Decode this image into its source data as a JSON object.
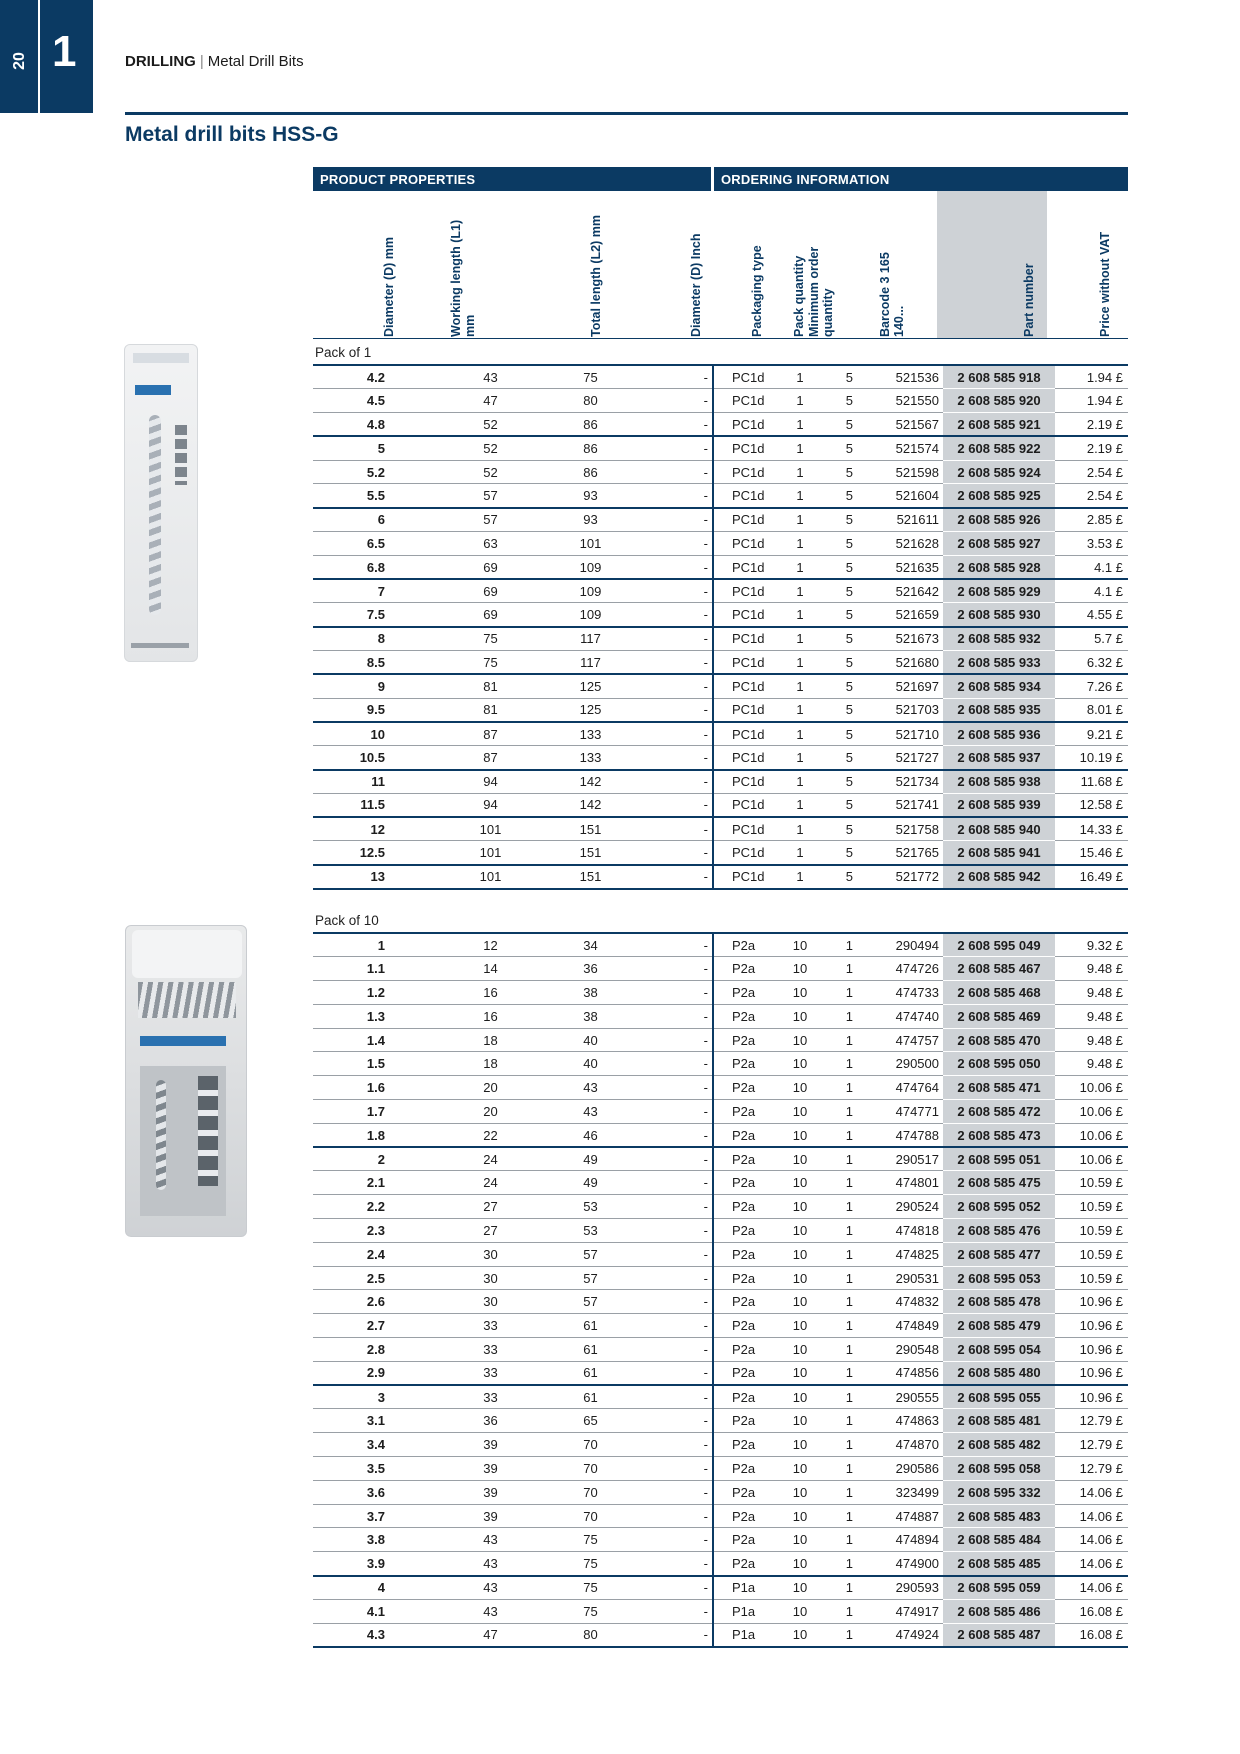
{
  "header": {
    "page_number": "20",
    "chapter_number": "1",
    "section": "DRILLING",
    "separator": "|",
    "subsection": "Metal Drill Bits"
  },
  "title": "Metal drill bits HSS-G",
  "bands": {
    "product_properties": "PRODUCT PROPERTIES",
    "ordering_information": "ORDERING INFORMATION"
  },
  "columns": {
    "diameter_mm": "Diameter (D) mm",
    "working_length": "Working length (L1) mm",
    "total_length": "Total length (L2) mm",
    "diameter_inch": "Diameter (D) Inch",
    "packaging_type": "Packaging type",
    "pack_quantity": "Pack quantity",
    "minimum_order": "Minimum order quantity",
    "barcode": "Barcode 3 165 140...",
    "part_number": "Part number",
    "price": "Price without VAT"
  },
  "groups": [
    {
      "label": "Pack of 1",
      "rows": [
        {
          "d": "4.2",
          "l1": "43",
          "l2": "75",
          "inch": "-",
          "pkg": "PC1d",
          "qty": "1",
          "min": "5",
          "bar": "521536",
          "part": "2 608 585 918",
          "price": "1.94 £",
          "grp": true
        },
        {
          "d": "4.5",
          "l1": "47",
          "l2": "80",
          "inch": "-",
          "pkg": "PC1d",
          "qty": "1",
          "min": "5",
          "bar": "521550",
          "part": "2 608 585 920",
          "price": "1.94 £"
        },
        {
          "d": "4.8",
          "l1": "52",
          "l2": "86",
          "inch": "-",
          "pkg": "PC1d",
          "qty": "1",
          "min": "5",
          "bar": "521567",
          "part": "2 608 585 921",
          "price": "2.19 £"
        },
        {
          "d": "5",
          "l1": "52",
          "l2": "86",
          "inch": "-",
          "pkg": "PC1d",
          "qty": "1",
          "min": "5",
          "bar": "521574",
          "part": "2 608 585 922",
          "price": "2.19 £",
          "grp": true
        },
        {
          "d": "5.2",
          "l1": "52",
          "l2": "86",
          "inch": "-",
          "pkg": "PC1d",
          "qty": "1",
          "min": "5",
          "bar": "521598",
          "part": "2 608 585 924",
          "price": "2.54 £"
        },
        {
          "d": "5.5",
          "l1": "57",
          "l2": "93",
          "inch": "-",
          "pkg": "PC1d",
          "qty": "1",
          "min": "5",
          "bar": "521604",
          "part": "2 608 585 925",
          "price": "2.54 £"
        },
        {
          "d": "6",
          "l1": "57",
          "l2": "93",
          "inch": "-",
          "pkg": "PC1d",
          "qty": "1",
          "min": "5",
          "bar": "521611",
          "part": "2 608 585 926",
          "price": "2.85 £",
          "grp": true
        },
        {
          "d": "6.5",
          "l1": "63",
          "l2": "101",
          "inch": "-",
          "pkg": "PC1d",
          "qty": "1",
          "min": "5",
          "bar": "521628",
          "part": "2 608 585 927",
          "price": "3.53 £"
        },
        {
          "d": "6.8",
          "l1": "69",
          "l2": "109",
          "inch": "-",
          "pkg": "PC1d",
          "qty": "1",
          "min": "5",
          "bar": "521635",
          "part": "2 608 585 928",
          "price": "4.1 £"
        },
        {
          "d": "7",
          "l1": "69",
          "l2": "109",
          "inch": "-",
          "pkg": "PC1d",
          "qty": "1",
          "min": "5",
          "bar": "521642",
          "part": "2 608 585 929",
          "price": "4.1 £",
          "grp": true
        },
        {
          "d": "7.5",
          "l1": "69",
          "l2": "109",
          "inch": "-",
          "pkg": "PC1d",
          "qty": "1",
          "min": "5",
          "bar": "521659",
          "part": "2 608 585 930",
          "price": "4.55 £"
        },
        {
          "d": "8",
          "l1": "75",
          "l2": "117",
          "inch": "-",
          "pkg": "PC1d",
          "qty": "1",
          "min": "5",
          "bar": "521673",
          "part": "2 608 585 932",
          "price": "5.7 £",
          "grp": true
        },
        {
          "d": "8.5",
          "l1": "75",
          "l2": "117",
          "inch": "-",
          "pkg": "PC1d",
          "qty": "1",
          "min": "5",
          "bar": "521680",
          "part": "2 608 585 933",
          "price": "6.32 £"
        },
        {
          "d": "9",
          "l1": "81",
          "l2": "125",
          "inch": "-",
          "pkg": "PC1d",
          "qty": "1",
          "min": "5",
          "bar": "521697",
          "part": "2 608 585 934",
          "price": "7.26 £",
          "grp": true
        },
        {
          "d": "9.5",
          "l1": "81",
          "l2": "125",
          "inch": "-",
          "pkg": "PC1d",
          "qty": "1",
          "min": "5",
          "bar": "521703",
          "part": "2 608 585 935",
          "price": "8.01 £"
        },
        {
          "d": "10",
          "l1": "87",
          "l2": "133",
          "inch": "-",
          "pkg": "PC1d",
          "qty": "1",
          "min": "5",
          "bar": "521710",
          "part": "2 608 585 936",
          "price": "9.21 £",
          "grp": true
        },
        {
          "d": "10.5",
          "l1": "87",
          "l2": "133",
          "inch": "-",
          "pkg": "PC1d",
          "qty": "1",
          "min": "5",
          "bar": "521727",
          "part": "2 608 585 937",
          "price": "10.19 £"
        },
        {
          "d": "11",
          "l1": "94",
          "l2": "142",
          "inch": "-",
          "pkg": "PC1d",
          "qty": "1",
          "min": "5",
          "bar": "521734",
          "part": "2 608 585 938",
          "price": "11.68 £",
          "grp": true
        },
        {
          "d": "11.5",
          "l1": "94",
          "l2": "142",
          "inch": "-",
          "pkg": "PC1d",
          "qty": "1",
          "min": "5",
          "bar": "521741",
          "part": "2 608 585 939",
          "price": "12.58 £"
        },
        {
          "d": "12",
          "l1": "101",
          "l2": "151",
          "inch": "-",
          "pkg": "PC1d",
          "qty": "1",
          "min": "5",
          "bar": "521758",
          "part": "2 608 585 940",
          "price": "14.33 £",
          "grp": true
        },
        {
          "d": "12.5",
          "l1": "101",
          "l2": "151",
          "inch": "-",
          "pkg": "PC1d",
          "qty": "1",
          "min": "5",
          "bar": "521765",
          "part": "2 608 585 941",
          "price": "15.46 £"
        },
        {
          "d": "13",
          "l1": "101",
          "l2": "151",
          "inch": "-",
          "pkg": "PC1d",
          "qty": "1",
          "min": "5",
          "bar": "521772",
          "part": "2 608 585 942",
          "price": "16.49 £",
          "grp": true
        }
      ]
    },
    {
      "label": "Pack of 10",
      "rows": [
        {
          "d": "1",
          "l1": "12",
          "l2": "34",
          "inch": "-",
          "pkg": "P2a",
          "qty": "10",
          "min": "1",
          "bar": "290494",
          "part": "2 608 595 049",
          "price": "9.32 £",
          "grp": true
        },
        {
          "d": "1.1",
          "l1": "14",
          "l2": "36",
          "inch": "-",
          "pkg": "P2a",
          "qty": "10",
          "min": "1",
          "bar": "474726",
          "part": "2 608 585 467",
          "price": "9.48 £"
        },
        {
          "d": "1.2",
          "l1": "16",
          "l2": "38",
          "inch": "-",
          "pkg": "P2a",
          "qty": "10",
          "min": "1",
          "bar": "474733",
          "part": "2 608 585 468",
          "price": "9.48 £"
        },
        {
          "d": "1.3",
          "l1": "16",
          "l2": "38",
          "inch": "-",
          "pkg": "P2a",
          "qty": "10",
          "min": "1",
          "bar": "474740",
          "part": "2 608 585 469",
          "price": "9.48 £"
        },
        {
          "d": "1.4",
          "l1": "18",
          "l2": "40",
          "inch": "-",
          "pkg": "P2a",
          "qty": "10",
          "min": "1",
          "bar": "474757",
          "part": "2 608 585 470",
          "price": "9.48 £"
        },
        {
          "d": "1.5",
          "l1": "18",
          "l2": "40",
          "inch": "-",
          "pkg": "P2a",
          "qty": "10",
          "min": "1",
          "bar": "290500",
          "part": "2 608 595 050",
          "price": "9.48 £"
        },
        {
          "d": "1.6",
          "l1": "20",
          "l2": "43",
          "inch": "-",
          "pkg": "P2a",
          "qty": "10",
          "min": "1",
          "bar": "474764",
          "part": "2 608 585 471",
          "price": "10.06 £"
        },
        {
          "d": "1.7",
          "l1": "20",
          "l2": "43",
          "inch": "-",
          "pkg": "P2a",
          "qty": "10",
          "min": "1",
          "bar": "474771",
          "part": "2 608 585 472",
          "price": "10.06 £"
        },
        {
          "d": "1.8",
          "l1": "22",
          "l2": "46",
          "inch": "-",
          "pkg": "P2a",
          "qty": "10",
          "min": "1",
          "bar": "474788",
          "part": "2 608 585 473",
          "price": "10.06 £"
        },
        {
          "d": "2",
          "l1": "24",
          "l2": "49",
          "inch": "-",
          "pkg": "P2a",
          "qty": "10",
          "min": "1",
          "bar": "290517",
          "part": "2 608 595 051",
          "price": "10.06 £",
          "grp": true
        },
        {
          "d": "2.1",
          "l1": "24",
          "l2": "49",
          "inch": "-",
          "pkg": "P2a",
          "qty": "10",
          "min": "1",
          "bar": "474801",
          "part": "2 608 585 475",
          "price": "10.59 £"
        },
        {
          "d": "2.2",
          "l1": "27",
          "l2": "53",
          "inch": "-",
          "pkg": "P2a",
          "qty": "10",
          "min": "1",
          "bar": "290524",
          "part": "2 608 595 052",
          "price": "10.59 £"
        },
        {
          "d": "2.3",
          "l1": "27",
          "l2": "53",
          "inch": "-",
          "pkg": "P2a",
          "qty": "10",
          "min": "1",
          "bar": "474818",
          "part": "2 608 585 476",
          "price": "10.59 £"
        },
        {
          "d": "2.4",
          "l1": "30",
          "l2": "57",
          "inch": "-",
          "pkg": "P2a",
          "qty": "10",
          "min": "1",
          "bar": "474825",
          "part": "2 608 585 477",
          "price": "10.59 £"
        },
        {
          "d": "2.5",
          "l1": "30",
          "l2": "57",
          "inch": "-",
          "pkg": "P2a",
          "qty": "10",
          "min": "1",
          "bar": "290531",
          "part": "2 608 595 053",
          "price": "10.59 £"
        },
        {
          "d": "2.6",
          "l1": "30",
          "l2": "57",
          "inch": "-",
          "pkg": "P2a",
          "qty": "10",
          "min": "1",
          "bar": "474832",
          "part": "2 608 585 478",
          "price": "10.96 £"
        },
        {
          "d": "2.7",
          "l1": "33",
          "l2": "61",
          "inch": "-",
          "pkg": "P2a",
          "qty": "10",
          "min": "1",
          "bar": "474849",
          "part": "2 608 585 479",
          "price": "10.96 £"
        },
        {
          "d": "2.8",
          "l1": "33",
          "l2": "61",
          "inch": "-",
          "pkg": "P2a",
          "qty": "10",
          "min": "1",
          "bar": "290548",
          "part": "2 608 595 054",
          "price": "10.96 £"
        },
        {
          "d": "2.9",
          "l1": "33",
          "l2": "61",
          "inch": "-",
          "pkg": "P2a",
          "qty": "10",
          "min": "1",
          "bar": "474856",
          "part": "2 608 585 480",
          "price": "10.96 £"
        },
        {
          "d": "3",
          "l1": "33",
          "l2": "61",
          "inch": "-",
          "pkg": "P2a",
          "qty": "10",
          "min": "1",
          "bar": "290555",
          "part": "2 608 595 055",
          "price": "10.96 £",
          "grp": true
        },
        {
          "d": "3.1",
          "l1": "36",
          "l2": "65",
          "inch": "-",
          "pkg": "P2a",
          "qty": "10",
          "min": "1",
          "bar": "474863",
          "part": "2 608 585 481",
          "price": "12.79 £"
        },
        {
          "d": "3.4",
          "l1": "39",
          "l2": "70",
          "inch": "-",
          "pkg": "P2a",
          "qty": "10",
          "min": "1",
          "bar": "474870",
          "part": "2 608 585 482",
          "price": "12.79 £"
        },
        {
          "d": "3.5",
          "l1": "39",
          "l2": "70",
          "inch": "-",
          "pkg": "P2a",
          "qty": "10",
          "min": "1",
          "bar": "290586",
          "part": "2 608 595 058",
          "price": "12.79 £"
        },
        {
          "d": "3.6",
          "l1": "39",
          "l2": "70",
          "inch": "-",
          "pkg": "P2a",
          "qty": "10",
          "min": "1",
          "bar": "323499",
          "part": "2 608 595 332",
          "price": "14.06 £"
        },
        {
          "d": "3.7",
          "l1": "39",
          "l2": "70",
          "inch": "-",
          "pkg": "P2a",
          "qty": "10",
          "min": "1",
          "bar": "474887",
          "part": "2 608 585 483",
          "price": "14.06 £"
        },
        {
          "d": "3.8",
          "l1": "43",
          "l2": "75",
          "inch": "-",
          "pkg": "P2a",
          "qty": "10",
          "min": "1",
          "bar": "474894",
          "part": "2 608 585 484",
          "price": "14.06 £"
        },
        {
          "d": "3.9",
          "l1": "43",
          "l2": "75",
          "inch": "-",
          "pkg": "P2a",
          "qty": "10",
          "min": "1",
          "bar": "474900",
          "part": "2 608 585 485",
          "price": "14.06 £"
        },
        {
          "d": "4",
          "l1": "43",
          "l2": "75",
          "inch": "-",
          "pkg": "P1a",
          "qty": "10",
          "min": "1",
          "bar": "290593",
          "part": "2 608 595 059",
          "price": "14.06 £",
          "grp": true
        },
        {
          "d": "4.1",
          "l1": "43",
          "l2": "75",
          "inch": "-",
          "pkg": "P1a",
          "qty": "10",
          "min": "1",
          "bar": "474917",
          "part": "2 608 585 486",
          "price": "16.08 £"
        },
        {
          "d": "4.3",
          "l1": "47",
          "l2": "80",
          "inch": "-",
          "pkg": "P1a",
          "qty": "10",
          "min": "1",
          "bar": "474924",
          "part": "2 608 585 487",
          "price": "16.08 £"
        }
      ]
    }
  ]
}
